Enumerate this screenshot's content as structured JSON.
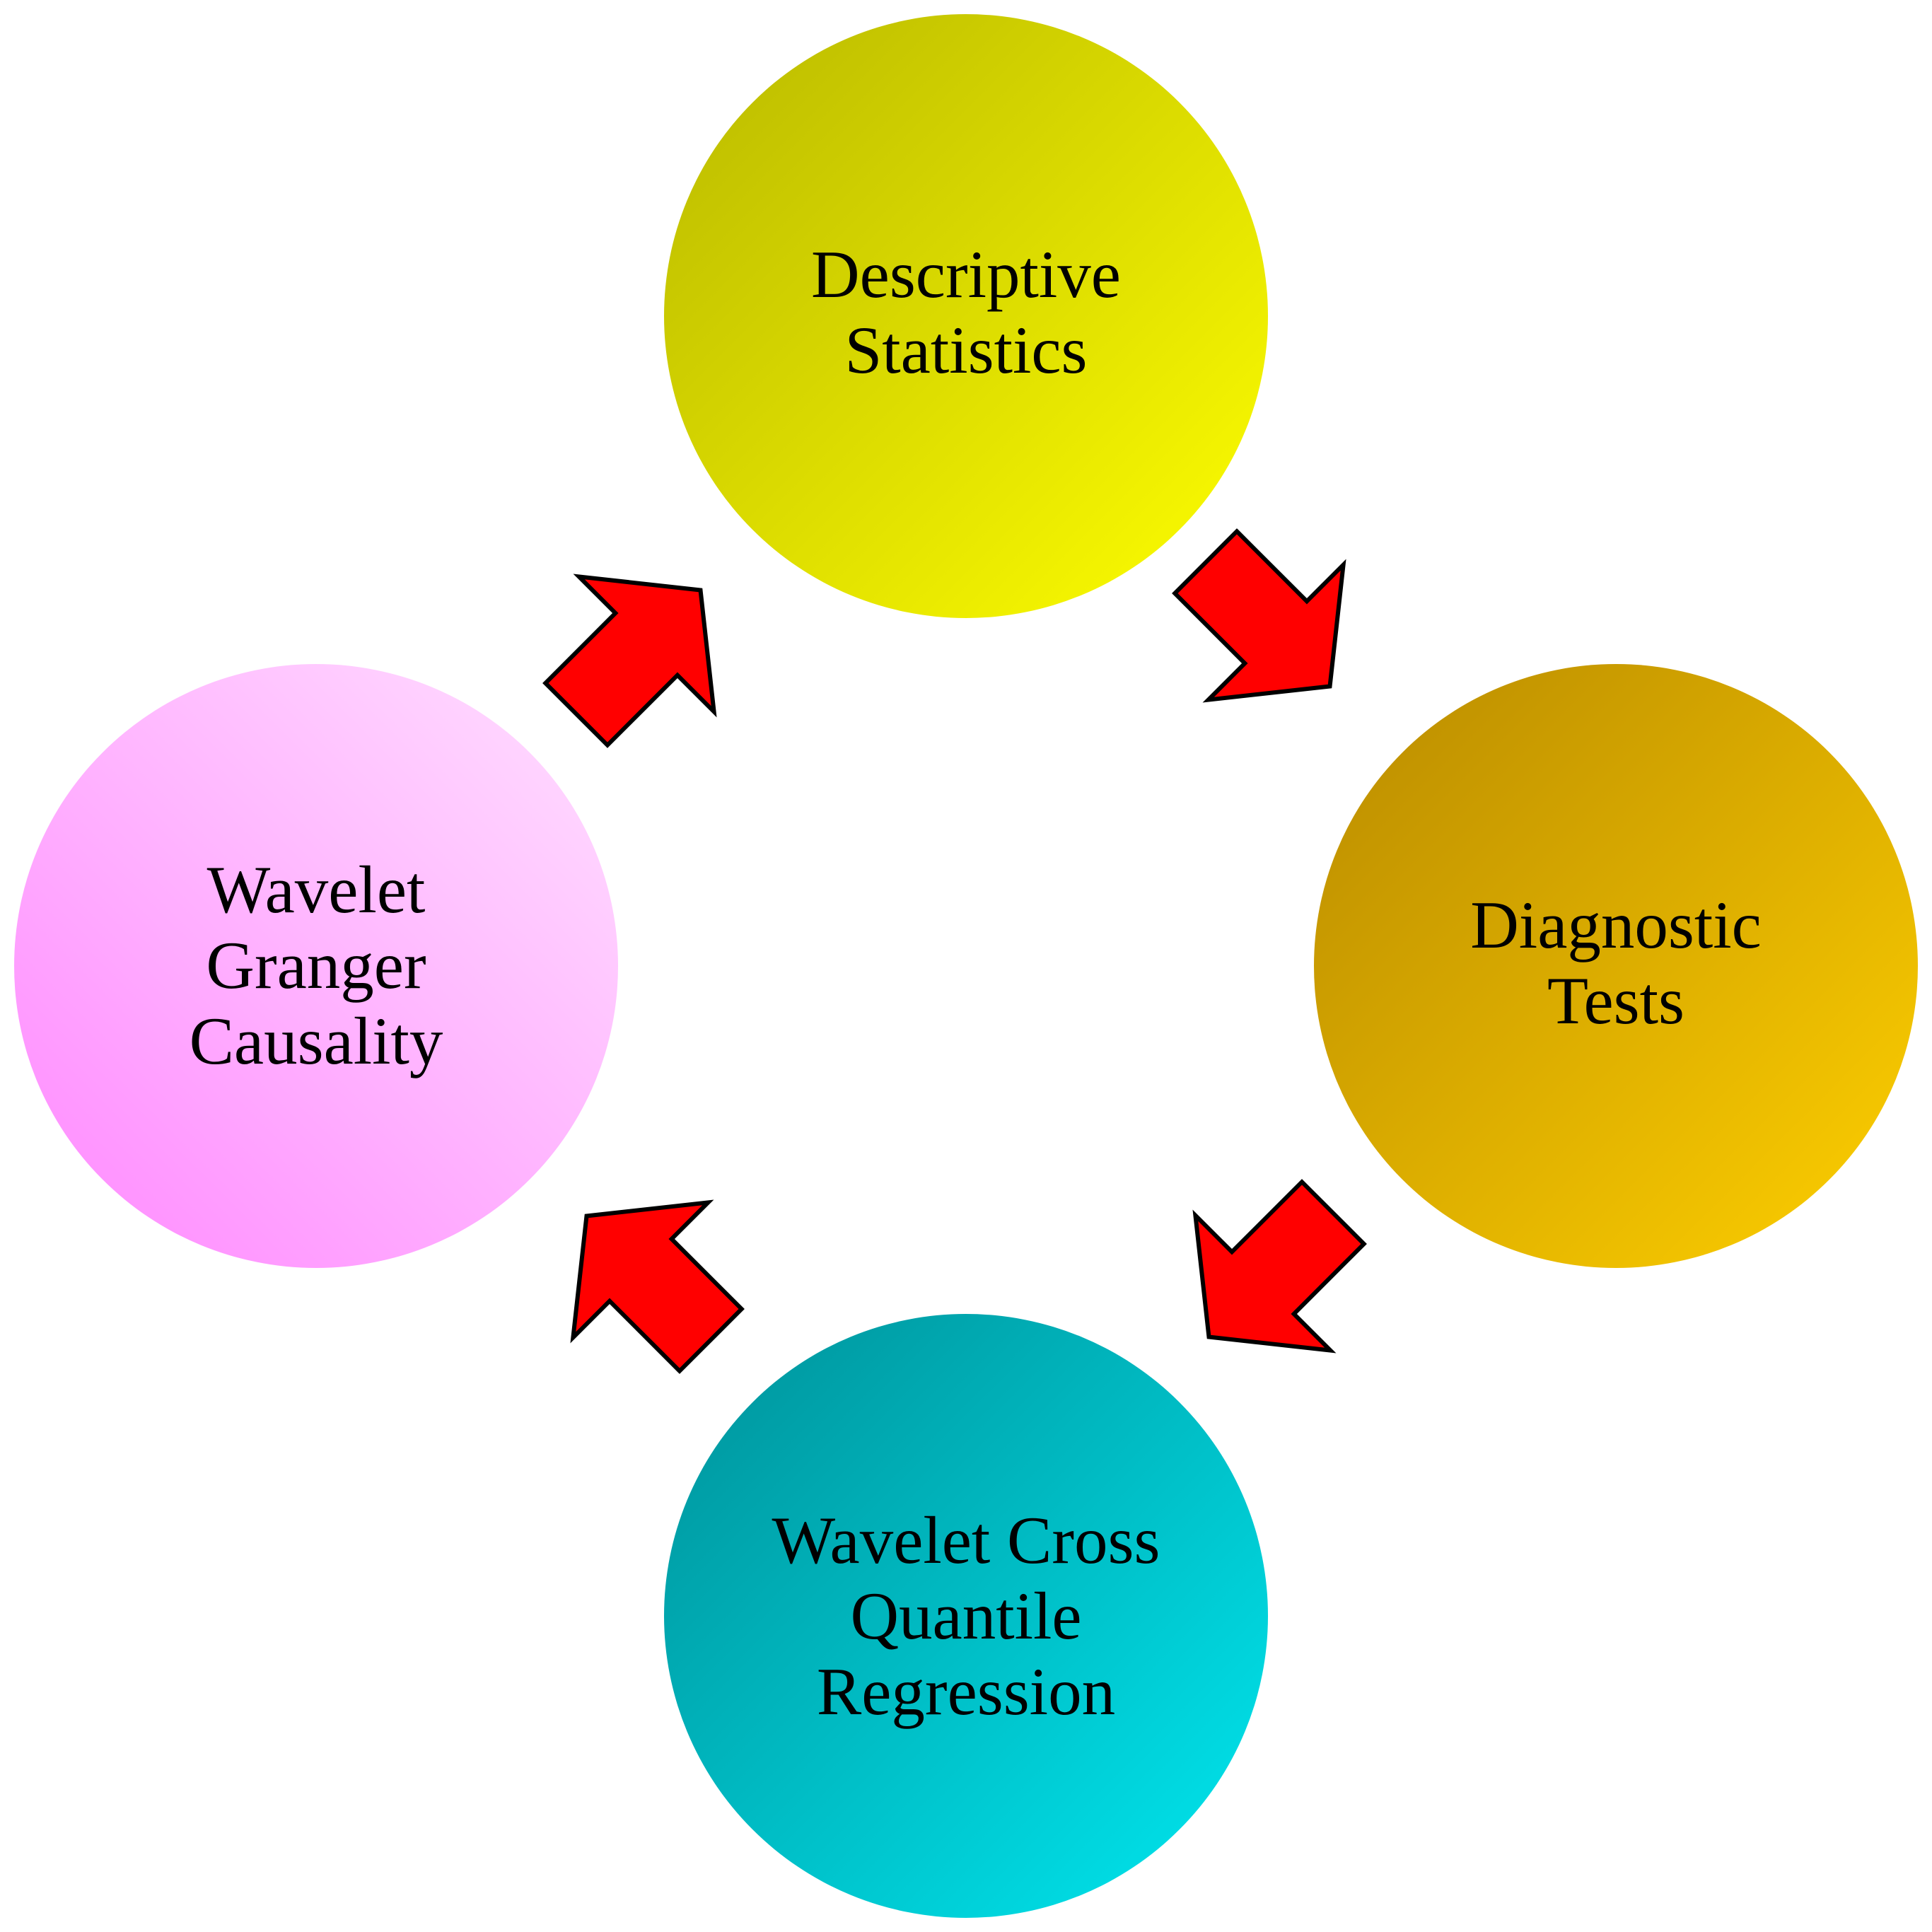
{
  "diagram": {
    "type": "cycle",
    "nodes": [
      {
        "id": "descriptive-statistics",
        "lines": [
          "Descriptive",
          "Statistics"
        ],
        "gradient": [
          "#b8b800",
          "#ffff00"
        ]
      },
      {
        "id": "diagnostic-tests",
        "lines": [
          "Diagnostic",
          "Tests"
        ],
        "gradient": [
          "#b88a00",
          "#ffd000"
        ]
      },
      {
        "id": "wavelet-cross-quantile-regression",
        "lines": [
          "Wavelet Cross",
          "Quantile",
          "Regression"
        ],
        "gradient": [
          "#009098",
          "#00e8f0"
        ]
      },
      {
        "id": "wavelet-granger-causality",
        "lines": [
          "Wavelet",
          "Granger",
          "Causality"
        ],
        "gradient": [
          "#ff88ff",
          "#ffe0ff"
        ]
      }
    ],
    "arrow_color": "#ff0000",
    "arrow_stroke": "#000000"
  }
}
